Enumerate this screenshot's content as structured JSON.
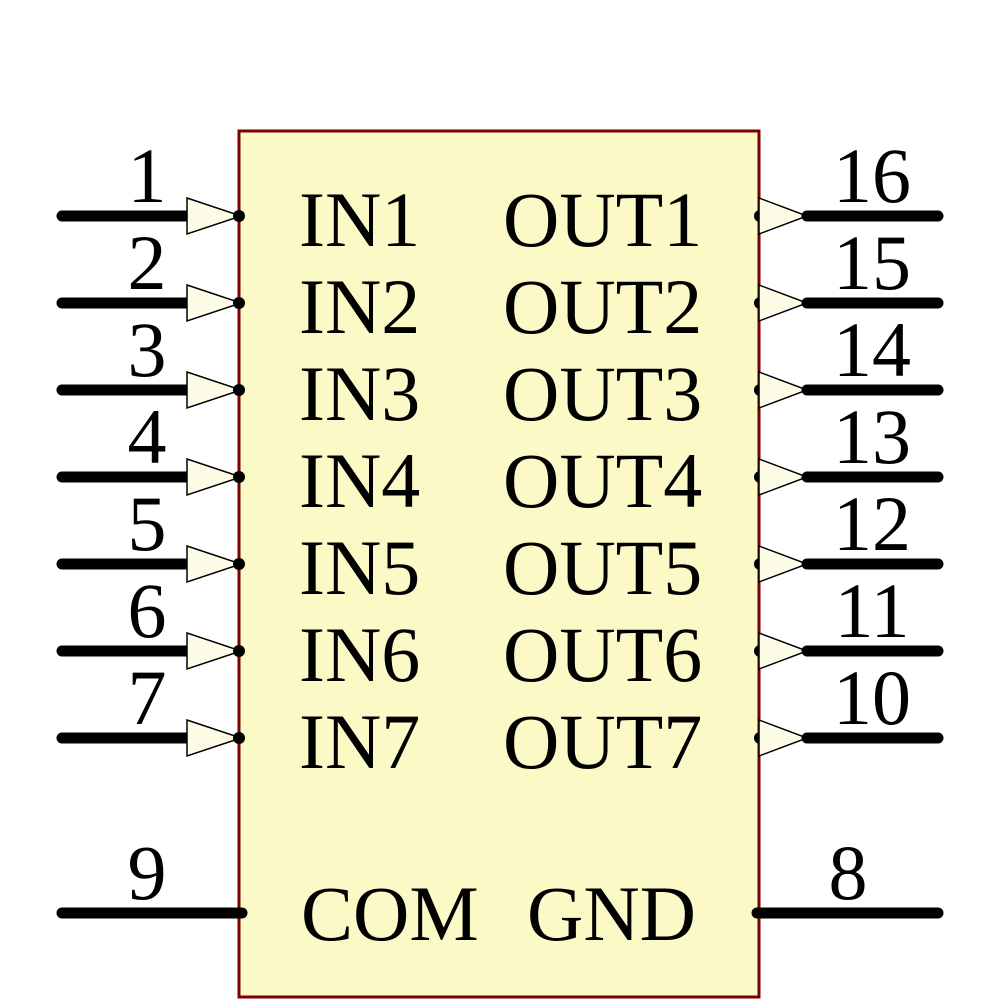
{
  "component": {
    "kind": "ic-schematic-symbol",
    "left_pins": [
      {
        "number": "1",
        "label": "IN1"
      },
      {
        "number": "2",
        "label": "IN2"
      },
      {
        "number": "3",
        "label": "IN3"
      },
      {
        "number": "4",
        "label": "IN4"
      },
      {
        "number": "5",
        "label": "IN5"
      },
      {
        "number": "6",
        "label": "IN6"
      },
      {
        "number": "7",
        "label": "IN7"
      }
    ],
    "right_pins": [
      {
        "number": "16",
        "label": "OUT1"
      },
      {
        "number": "15",
        "label": "OUT2"
      },
      {
        "number": "14",
        "label": "OUT3"
      },
      {
        "number": "13",
        "label": "OUT4"
      },
      {
        "number": "12",
        "label": "OUT5"
      },
      {
        "number": "11",
        "label": "OUT6"
      },
      {
        "number": "10",
        "label": "OUT7"
      }
    ],
    "bottom_left_pin": {
      "number": "9",
      "label": "COM"
    },
    "bottom_right_pin": {
      "number": "8",
      "label": "GND"
    }
  },
  "colors": {
    "body_fill": "#FBFAC6",
    "body_border": "#7D0000",
    "arrow_fill": "#FDFCE6",
    "wire_color": "#000000",
    "text_color": "#000000"
  }
}
